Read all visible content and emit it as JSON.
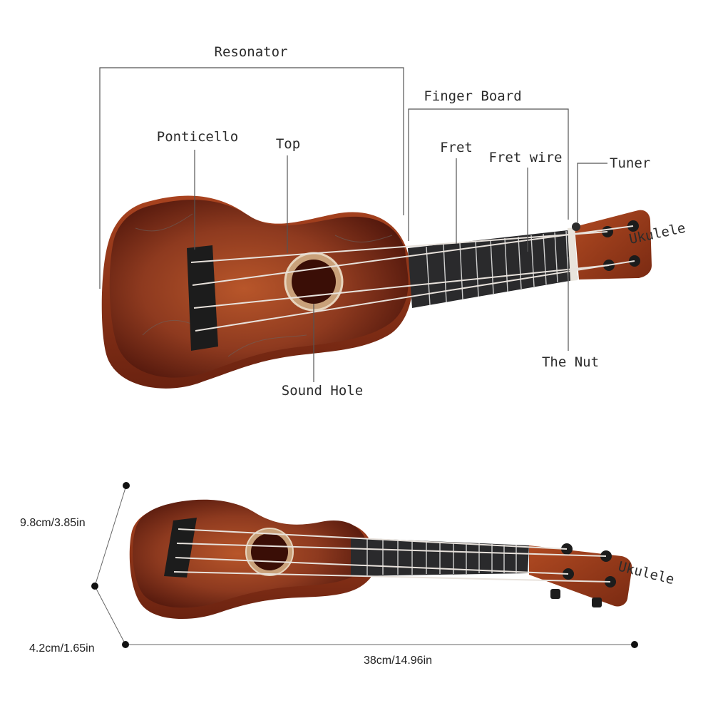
{
  "diagram": {
    "labels": {
      "resonator": "Resonator",
      "finger_board": "Finger Board",
      "ponticello": "Ponticello",
      "top": "Top",
      "fret": "Fret",
      "fret_wire": "Fret wire",
      "tuner": "Tuner",
      "the_nut": "The Nut",
      "sound_hole": "Sound Hole"
    },
    "dimensions": {
      "height": "9.8cm/3.85in",
      "depth": "4.2cm/1.65in",
      "length": "38cm/14.96in"
    },
    "headstock_text": "Ukulele"
  },
  "colors": {
    "body_dark": "#5a1a0e",
    "body_mid": "#8e3a1f",
    "body_light": "#b8562a",
    "fingerboard": "#2a2a2c",
    "hardware": "#1c1c1c"
  }
}
